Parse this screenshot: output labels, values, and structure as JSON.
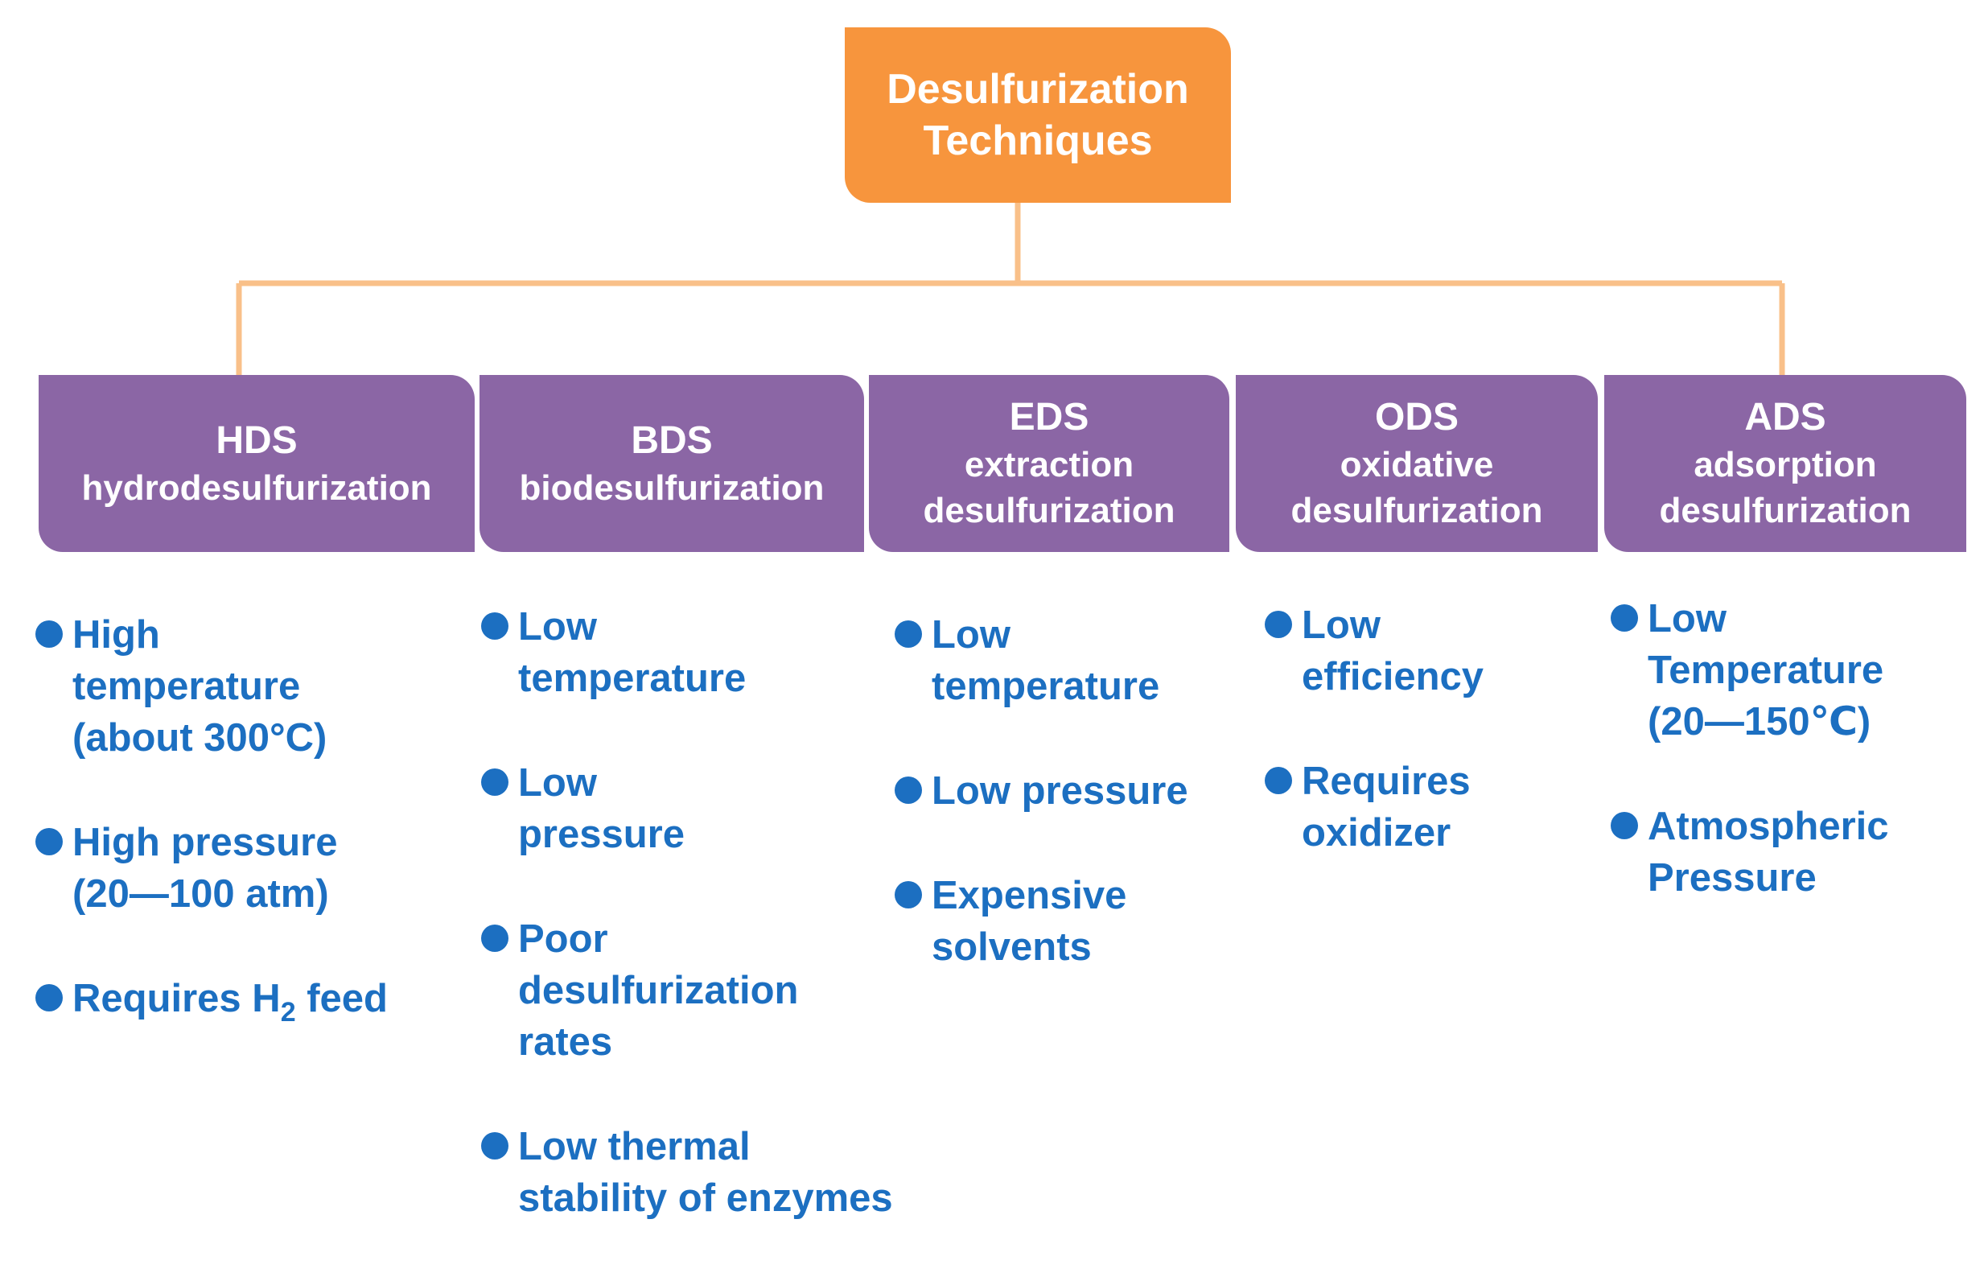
{
  "colors": {
    "root_fill": "#f7953d",
    "category_fill": "#8b66a5",
    "connector": "#f9c089",
    "bullet_text": "#1c6fc1"
  },
  "root": {
    "line1": "Desulfurization",
    "line2": "Techniques"
  },
  "categories": [
    {
      "abbr": "HDS",
      "desc1": "hydrodesulfurization",
      "desc2": "",
      "bullets": [
        {
          "lines": [
            "High",
            "temperature",
            "(about 300°C)"
          ]
        },
        {
          "lines": [
            "High pressure",
            "(20—100 atm)"
          ]
        },
        {
          "pre": "Requires H",
          "sub": "2",
          "post": " feed"
        }
      ]
    },
    {
      "abbr": "BDS",
      "desc1": "biodesulfurization",
      "desc2": "",
      "bullets": [
        {
          "lines": [
            "Low",
            "temperature"
          ]
        },
        {
          "lines": [
            "Low",
            "pressure"
          ]
        },
        {
          "lines": [
            "Poor",
            "desulfurization",
            "rates"
          ]
        },
        {
          "lines": [
            "Low thermal",
            "stability of enzymes"
          ]
        }
      ]
    },
    {
      "abbr": "EDS",
      "desc1": "extraction",
      "desc2": "desulfurization",
      "bullets": [
        {
          "lines": [
            "Low",
            "temperature"
          ]
        },
        {
          "lines": [
            "Low pressure"
          ]
        },
        {
          "lines": [
            "Expensive",
            "solvents"
          ]
        }
      ]
    },
    {
      "abbr": "ODS",
      "desc1": "oxidative",
      "desc2": "desulfurization",
      "bullets": [
        {
          "lines": [
            "Low",
            "efficiency"
          ]
        },
        {
          "lines": [
            "Requires",
            "oxidizer"
          ]
        }
      ]
    },
    {
      "abbr": "ADS",
      "desc1": "adsorption",
      "desc2": "desulfurization",
      "bullets": [
        {
          "lines": [
            "Low",
            "Temperature",
            "(20—150℃)"
          ]
        },
        {
          "lines": [
            "Atmospheric",
            "Pressure"
          ]
        }
      ]
    }
  ]
}
